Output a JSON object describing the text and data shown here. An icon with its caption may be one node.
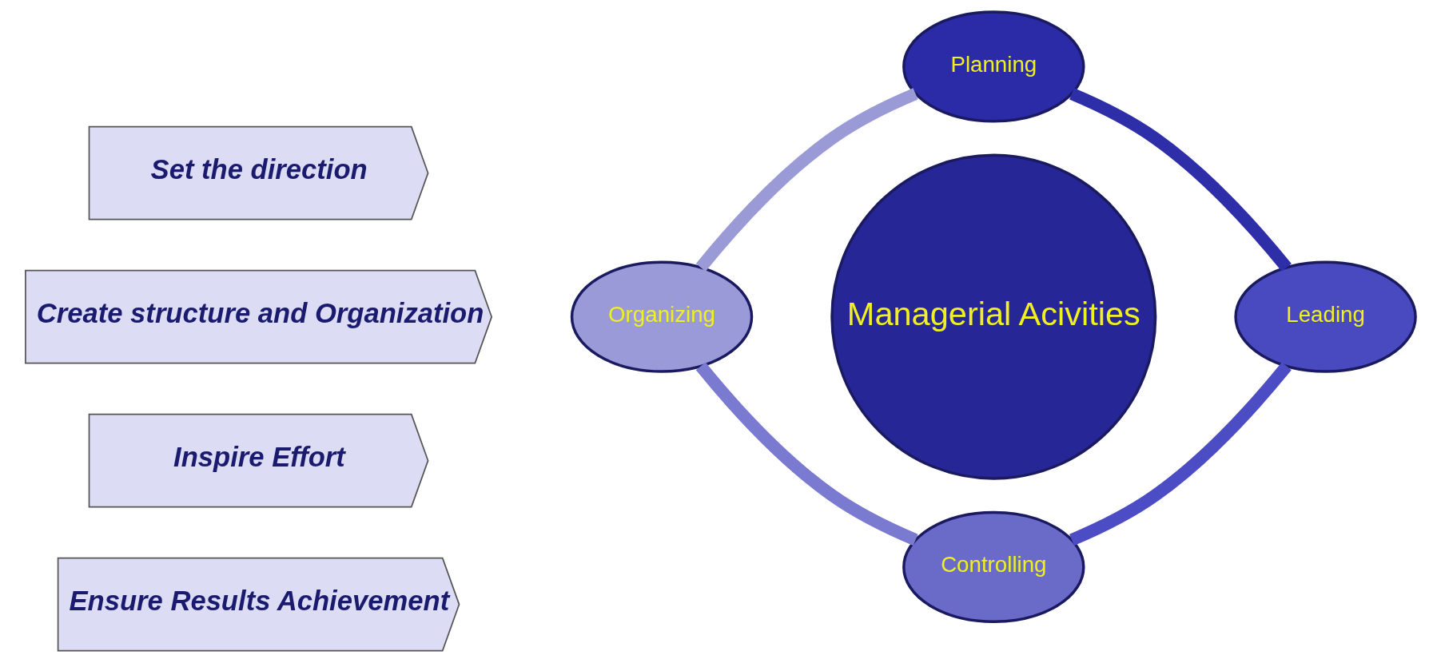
{
  "diagram": {
    "nodes": [
      {
        "text": [
          "Set the direction"
        ]
      },
      {
        "text": [
          "Create structure and Organization"
        ]
      },
      {
        "text": [
          "Inspire Effort"
        ]
      },
      {
        "text": [
          "Ensure Results Achievement"
        ]
      },
      {
        "text": [
          "Planning"
        ]
      },
      {
        "text": [
          "Organizing"
        ]
      },
      {
        "text": [
          "Managerial Acivities"
        ]
      },
      {
        "text": [
          "Leading"
        ]
      },
      {
        "text": [
          "Controlling"
        ]
      }
    ],
    "edges": [
      {
        "from": 5,
        "to": 4,
        "arrow": "none",
        "color": "#9a9ad6"
      },
      {
        "from": 4,
        "to": 7,
        "arrow": "none",
        "color": "#2e2ea8"
      },
      {
        "from": 7,
        "to": 8,
        "arrow": "none",
        "color": "#4c4cc4"
      },
      {
        "from": 8,
        "to": 5,
        "arrow": "none",
        "color": "#7a7ad0"
      }
    ]
  }
}
